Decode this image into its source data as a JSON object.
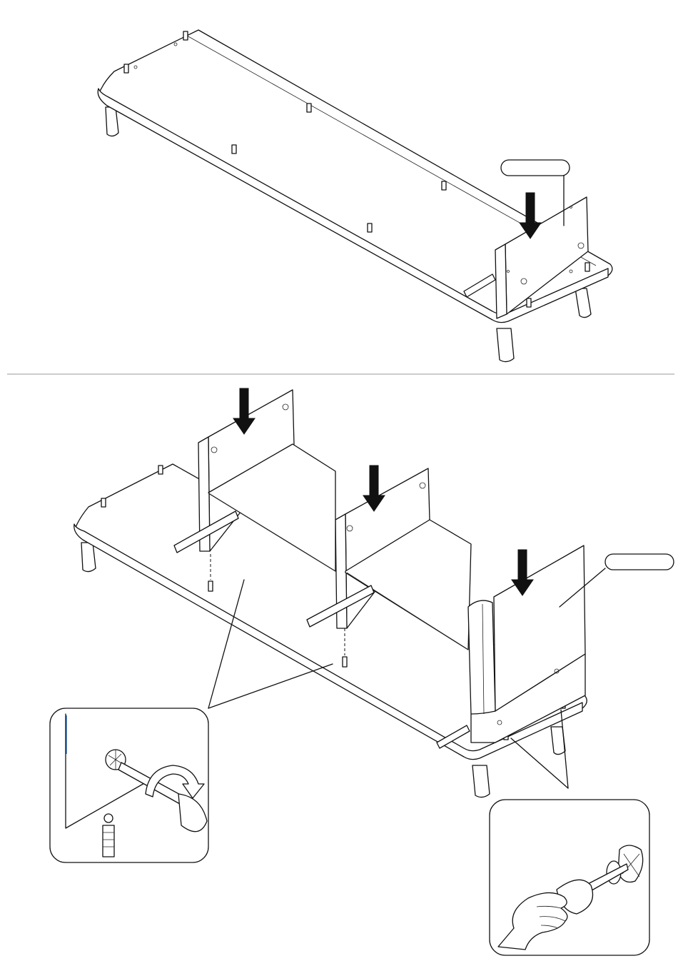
{
  "figure": {
    "steps": [
      {
        "id": "step-a",
        "callout_label": ""
      },
      {
        "id": "step-b",
        "callout_label": ""
      }
    ],
    "details": [
      {
        "id": "cam-lock-screwdriver-detail"
      },
      {
        "id": "cam-lock-hand-detail"
      }
    ],
    "colors": {
      "line": "#111111",
      "paper": "#ffffff",
      "separator": "#999999"
    }
  }
}
